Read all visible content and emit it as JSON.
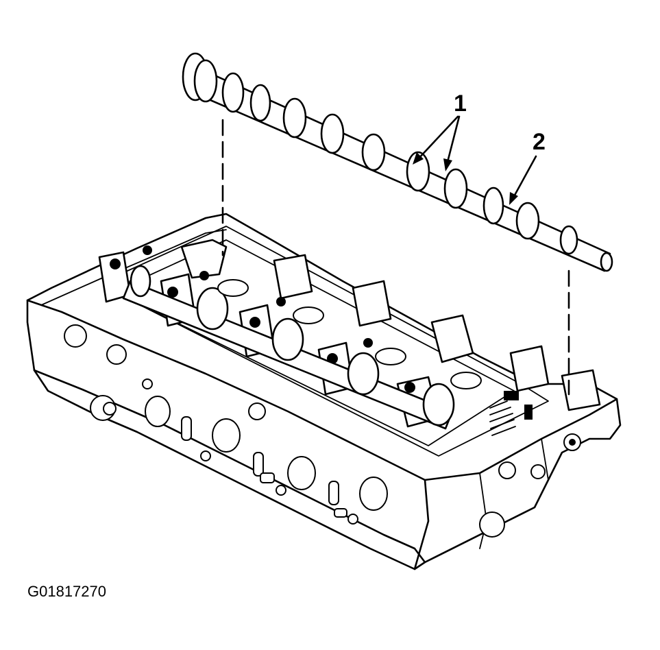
{
  "diagram": {
    "callouts": [
      {
        "id": "1",
        "label": "1"
      },
      {
        "id": "2",
        "label": "2"
      }
    ],
    "figure_code": "G01817270",
    "colors": {
      "line": "#000000",
      "background": "#ffffff"
    }
  }
}
